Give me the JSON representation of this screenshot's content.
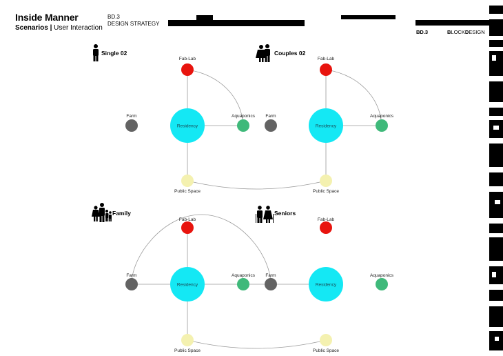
{
  "header": {
    "title": "Inside Manner",
    "subtitle_bold": "Scenarios",
    "subtitle_sep": " | ",
    "subtitle_rest": "User Interaction",
    "code_line1": "BD.3",
    "code_line2": "DESIGN STRATEGY",
    "brand_code": "BD.3",
    "brand_b1": "B",
    "brand_r1": "LOCK",
    "brand_b2": "D",
    "brand_r2": "ESIGN"
  },
  "labels": {
    "fablab": "Fab-Lab",
    "residency": "Residency",
    "aquaponics": "Aquaponics",
    "farm": "Farm",
    "public": "Public Space"
  },
  "colors": {
    "fablab": "#e8140e",
    "residency": "#14e8f4",
    "aquaponics": "#3fb97a",
    "farm": "#636363",
    "public": "#f4f1b0",
    "edge": "#9a9a9a"
  },
  "scenarios": [
    {
      "title": "Single 02",
      "icon": "single-person-icon"
    },
    {
      "title": "Couples 02",
      "icon": "couple-icon"
    },
    {
      "title": "Family",
      "icon": "family-icon"
    },
    {
      "title": "Seniors",
      "icon": "seniors-icon"
    }
  ]
}
